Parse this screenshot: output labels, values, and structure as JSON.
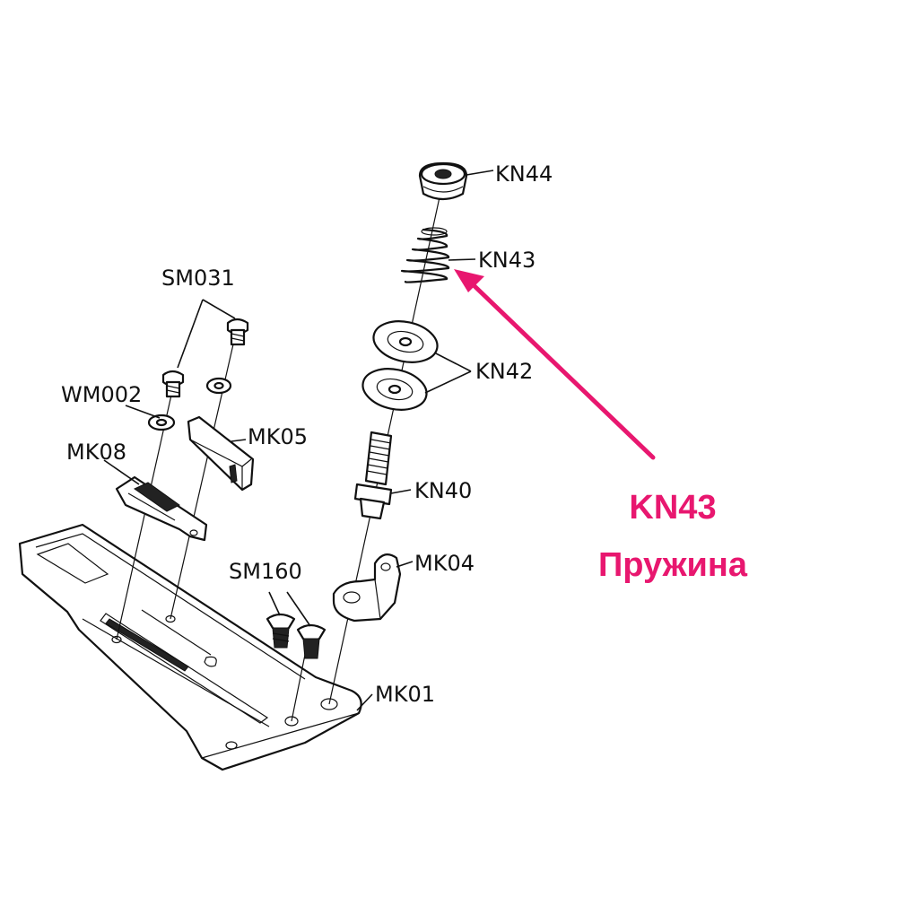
{
  "labels": {
    "kn44": "KN44",
    "kn43": "KN43",
    "kn42": "KN42",
    "kn40": "KN40",
    "mk04": "MK04",
    "mk01": "MK01",
    "sm160": "SM160",
    "sm031": "SM031",
    "wm002": "WM002",
    "mk08": "MK08",
    "mk05": "MK05"
  },
  "highlight": {
    "code": "KN43",
    "name": "Пружина",
    "color": "#e8176f"
  }
}
